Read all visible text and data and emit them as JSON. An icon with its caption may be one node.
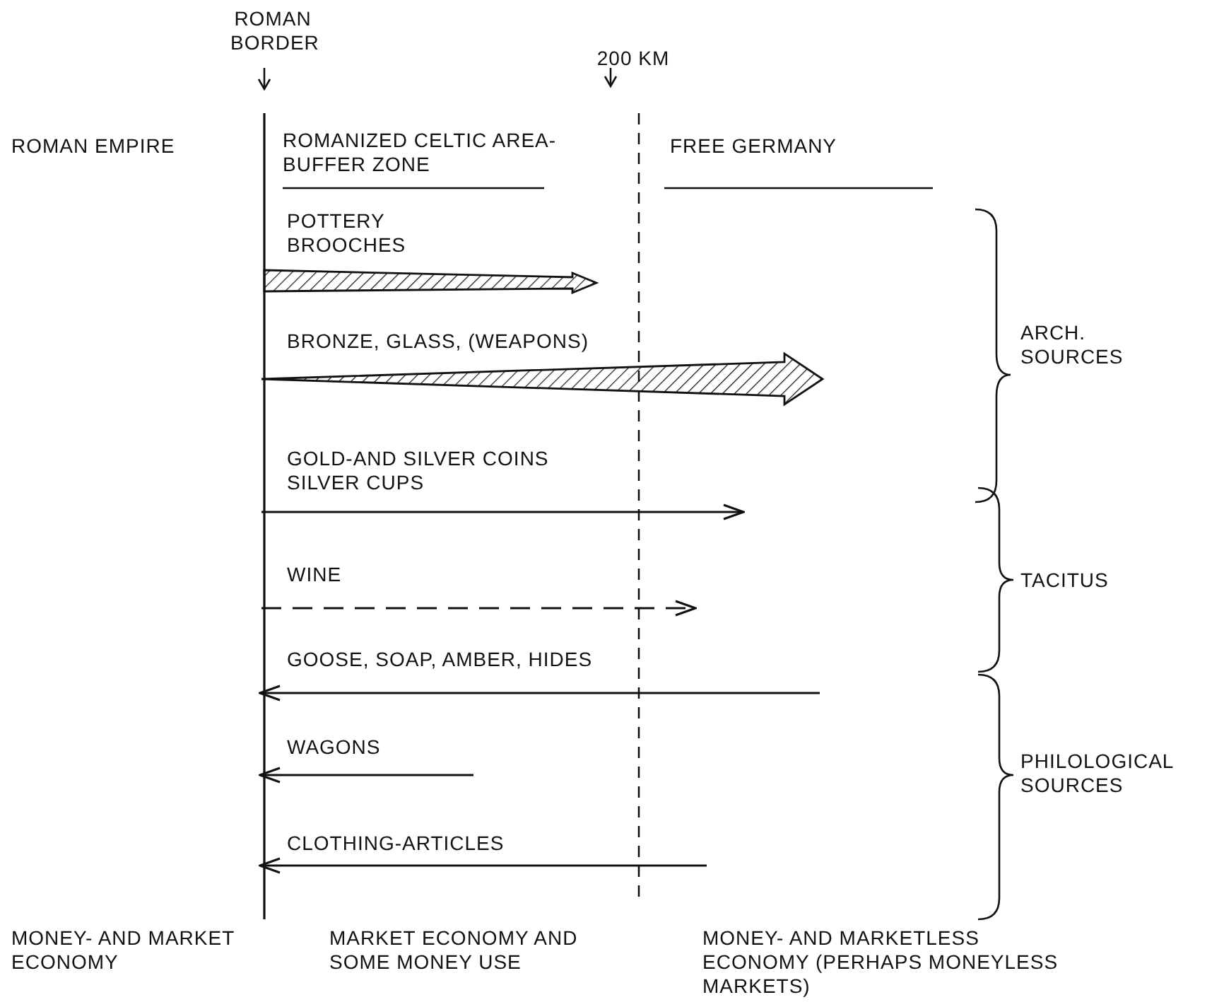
{
  "diagram": {
    "labels": [
      "ROMAN BORDER",
      "200 KM",
      "ROMAN EMPIRE",
      "ROMANIZED CELTIC AREA-BUFFER ZONE",
      "FREE GERMANY",
      "POTTERY BROOCHES",
      "BRONZE, GLASS, (WEAPONS)",
      "ARCH. SOURCES",
      "GOLD-AND SILVER COINS SILVER CUPS",
      "TACITUS",
      "WINE",
      "GOOSE, SOAP, AMBER, HIDES",
      "WAGONS",
      "PHILOLOGICAL SOURCES",
      "CLOTHING-ARTICLES",
      "MONEY- AND MARKET ECONOMY",
      "MARKET ECONOMY AND SOME MONEY USE",
      "MONEY- AND MARKETLESS ECONOMY (PERHAPS MONEYLESS MARKETS)"
    ]
  }
}
